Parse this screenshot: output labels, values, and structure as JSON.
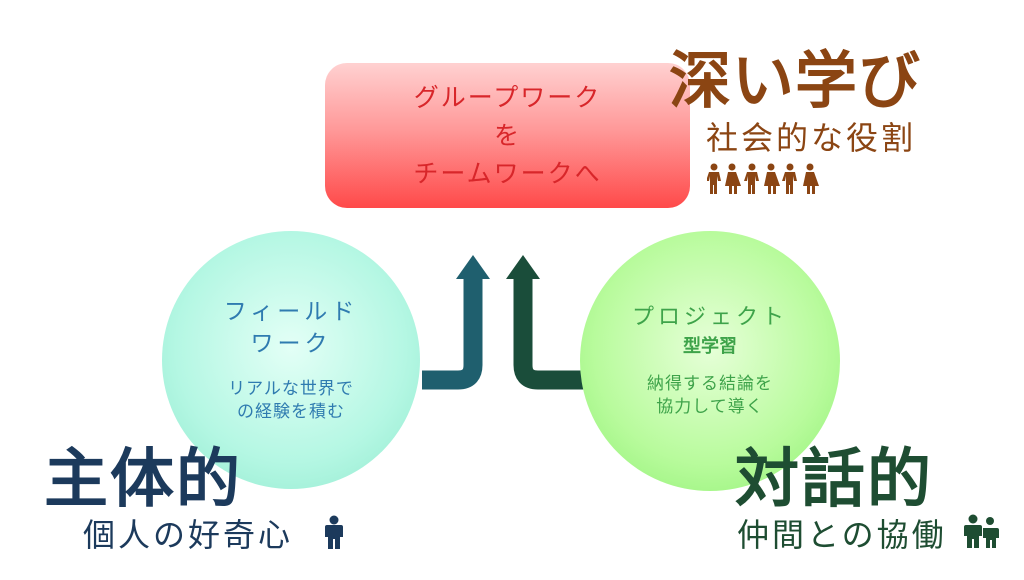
{
  "top_box": {
    "lines": [
      "グループワーク",
      "を",
      "チームワークへ"
    ]
  },
  "deep_learning": {
    "title": "深い学び",
    "subtitle": "社会的な役割"
  },
  "left_circle": {
    "title_lines": [
      "フィールド",
      "ワーク"
    ],
    "sub_lines": [
      "リアルな世界で",
      "の経験を積む"
    ]
  },
  "right_circle": {
    "title": "プロジェクト",
    "bold": "型学習",
    "sub_lines": [
      "納得する結論を",
      "協力して導く"
    ]
  },
  "proactive": {
    "title": "主体的",
    "subtitle": "個人の好奇心"
  },
  "dialogic": {
    "title": "対話的",
    "subtitle": "仲間との協働"
  },
  "colors": {
    "left_arrow": "#1f5f6e",
    "right_arrow": "#1a4d3a",
    "top_accent": "#8b4513"
  },
  "icons": [
    "group-people-icon",
    "person-icon",
    "two-people-icon",
    "up-arrow-icon"
  ]
}
